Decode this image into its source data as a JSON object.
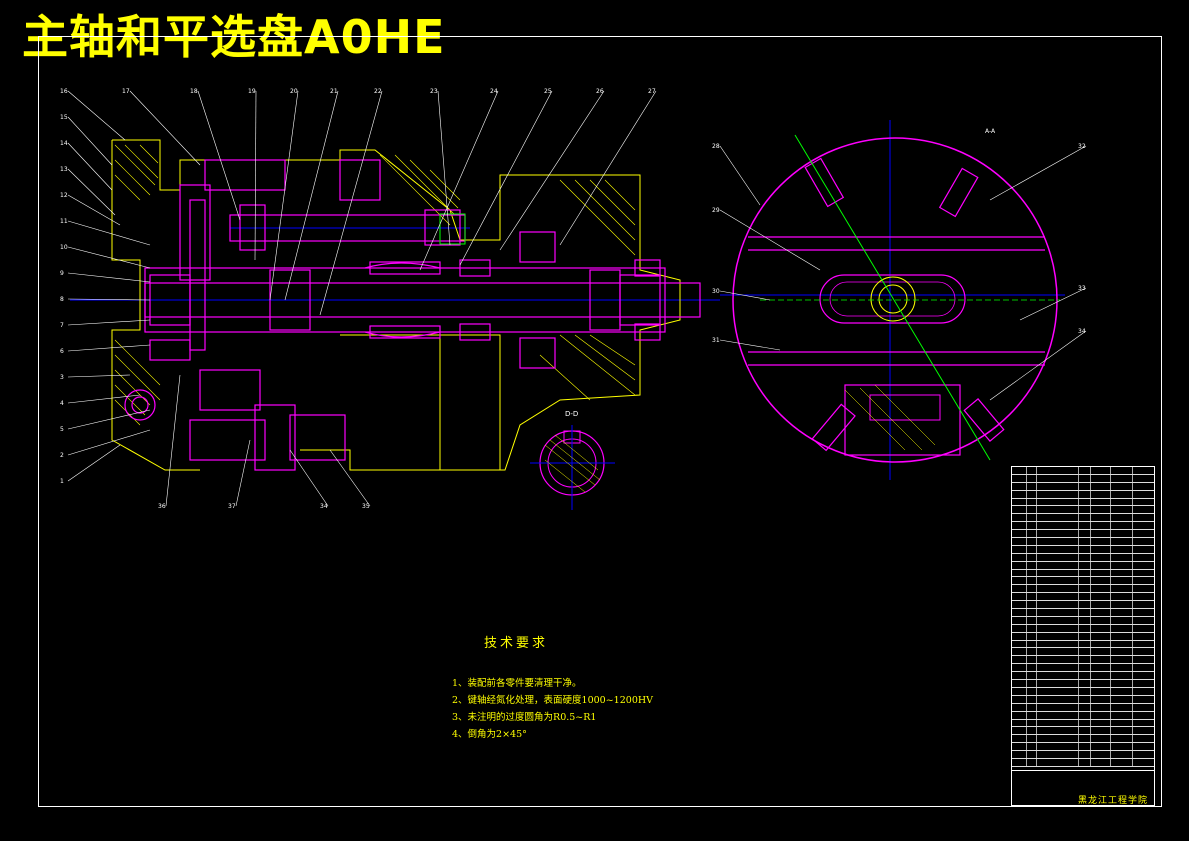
{
  "sheet": {
    "title": "主轴和平选盘A0HE"
  },
  "labels": {
    "left_column": [
      "16",
      "15",
      "14",
      "13",
      "12",
      "11",
      "10",
      "9",
      "8",
      "7",
      "6",
      "3",
      "4",
      "5",
      "2",
      "1"
    ],
    "top_row": [
      "17",
      "18",
      "19",
      "20",
      "21",
      "22",
      "23",
      "24",
      "25",
      "26",
      "27"
    ],
    "bottom_row": [
      "36",
      "37",
      "34",
      "35"
    ],
    "right_view": [
      "28",
      "32",
      "29",
      "30",
      "33",
      "31",
      "34"
    ],
    "section": "D-D",
    "view_mark": "A-A"
  },
  "technical_requirements": {
    "heading": "技术要求",
    "notes": [
      "1、装配前各零件要清理干净。",
      "2、键轴经氮化处理，表面硬度1000~1200HV",
      "3、未注明的过度圆角为R0.5~R1",
      "4、倒角为2×45°"
    ]
  },
  "title_block": {
    "school": "黑龙江工程学院"
  },
  "colors": {
    "background": "#000000",
    "title": "#ffff00",
    "part": "#ff00ff",
    "outline": "#ffff00",
    "centerline": "#0000ff",
    "frame": "#ffffff",
    "accent": "#00ff00"
  }
}
